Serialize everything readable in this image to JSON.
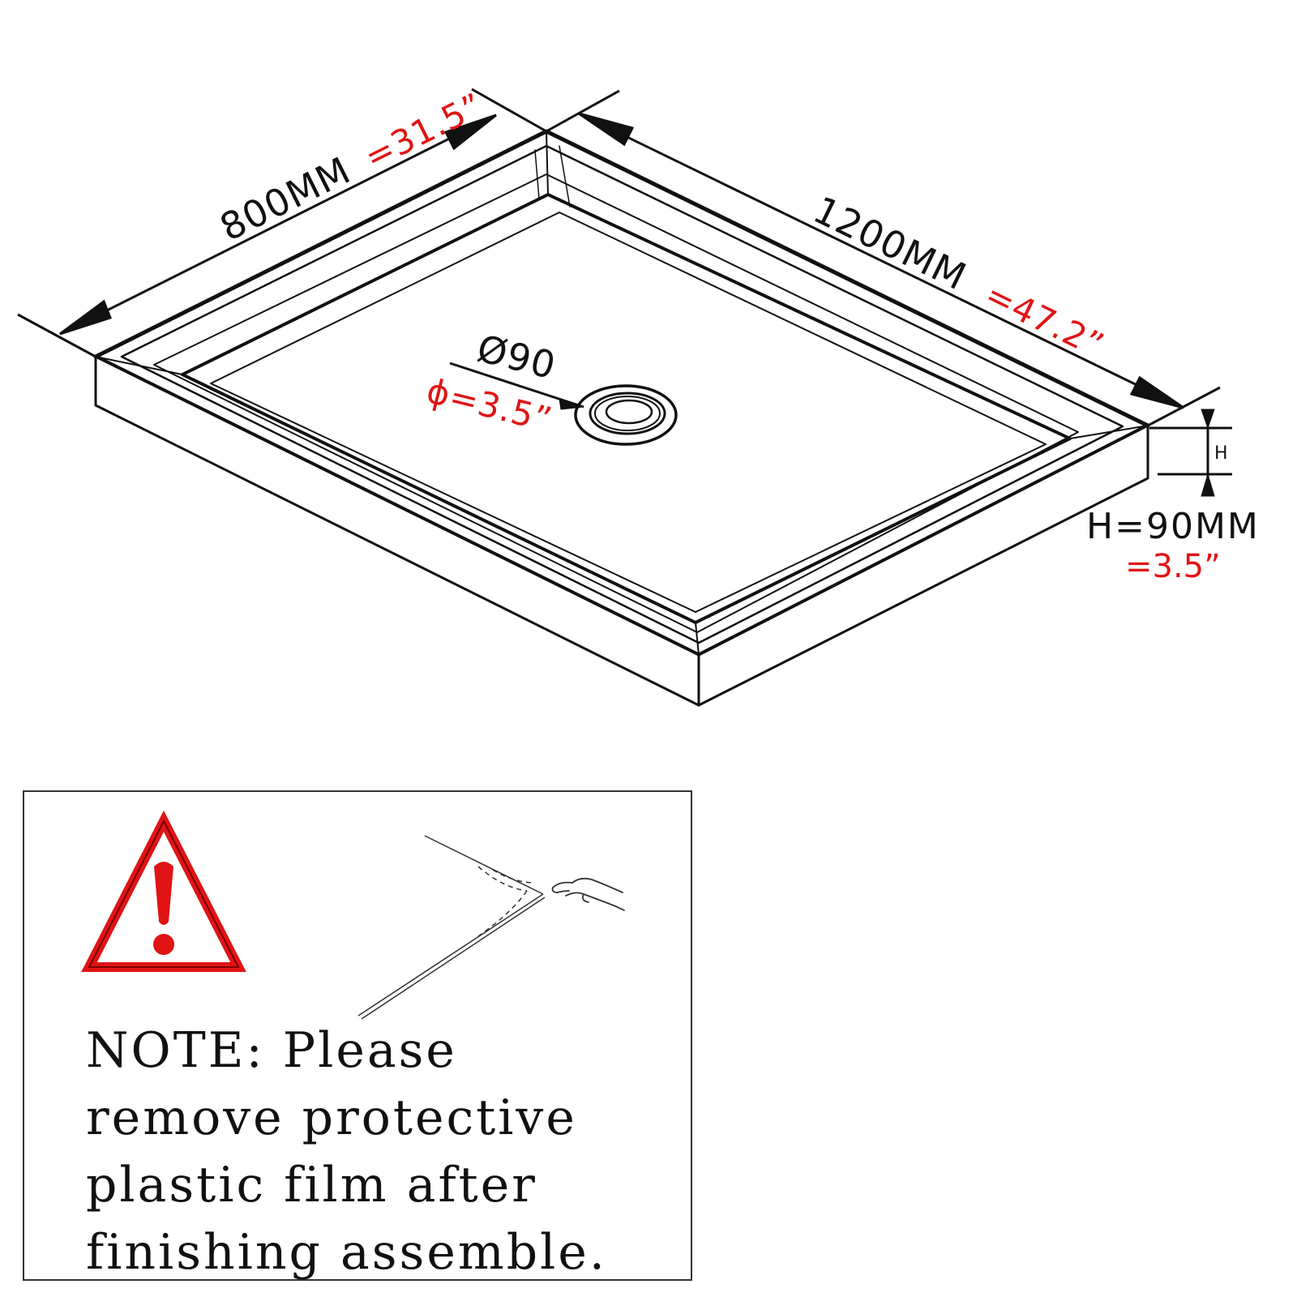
{
  "dimensions": {
    "width_label": "800MM",
    "width_inch": "=31.5”",
    "length_label": "1200MM",
    "length_inch": "=47.2”",
    "drain_label": "Ø90",
    "drain_inch": "ϕ=3.5”",
    "height_marker": "H",
    "height_label": "H=90MM",
    "height_inch": "=3.5”"
  },
  "note": {
    "text": "NOTE: Please remove protective plastic film after finishing assemble."
  },
  "colors": {
    "line": "#111111",
    "accent_red": "#e01414"
  },
  "icons": {
    "warning": "warning-triangle-icon",
    "hand": "hand-peel-icon"
  }
}
